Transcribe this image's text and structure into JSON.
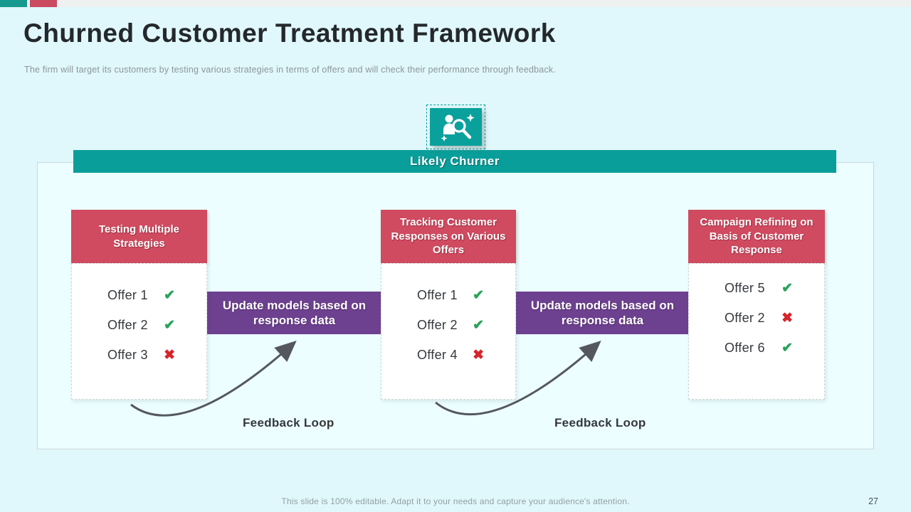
{
  "slide": {
    "title": "Churned Customer Treatment Framework",
    "subtitle": "The firm will target its customers by testing various  strategies in terms of offers  and will check their performance  through feedback.",
    "footer_note": "This slide is 100% editable. Adapt it to your needs and capture your audience's attention.",
    "page_number": "27"
  },
  "accent_bars": {
    "teal": "#17998f",
    "red": "#ca4a5f"
  },
  "banner": {
    "label": "Likely Churner"
  },
  "icon": {
    "name": "person-magnifier-icon"
  },
  "columns": [
    {
      "header": "Testing Multiple Strategies",
      "offers": [
        {
          "label": "Offer 1",
          "status": "pass"
        },
        {
          "label": "Offer 2",
          "status": "pass"
        },
        {
          "label": "Offer 3",
          "status": "fail"
        }
      ]
    },
    {
      "header": "Tracking Customer Responses on Various Offers",
      "offers": [
        {
          "label": "Offer 1",
          "status": "pass"
        },
        {
          "label": "Offer 2",
          "status": "pass"
        },
        {
          "label": "Offer 4",
          "status": "fail"
        }
      ]
    },
    {
      "header": "Campaign Refining on Basis of Customer Response",
      "offers": [
        {
          "label": "Offer 5",
          "status": "pass"
        },
        {
          "label": "Offer 2",
          "status": "fail"
        },
        {
          "label": "Offer 6",
          "status": "pass"
        }
      ]
    }
  ],
  "connectors": [
    {
      "label": "Update models based on response data"
    },
    {
      "label": "Update models based on response data"
    }
  ],
  "feedback_loops": [
    {
      "label": "Feedback Loop"
    },
    {
      "label": "Feedback Loop"
    }
  ],
  "status_glyphs": {
    "pass": "✔",
    "fail": "✖"
  },
  "colors": {
    "teal": "#0a9e9a",
    "crimson": "#d04a60",
    "purple": "#6d4090",
    "check_green": "#27a35a",
    "cross_red": "#d8232a",
    "background": "#e0f8fb"
  }
}
